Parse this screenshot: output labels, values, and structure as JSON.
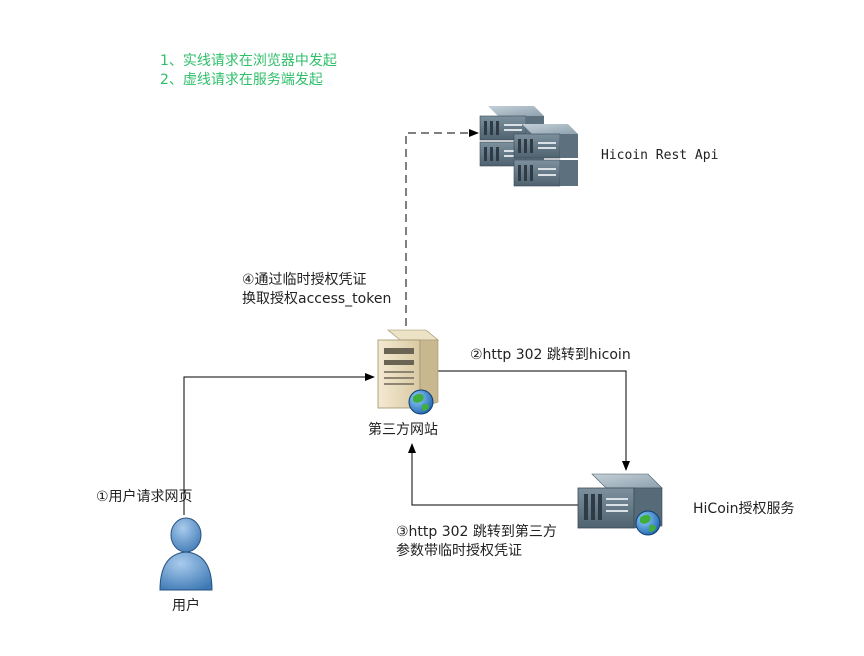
{
  "legend": {
    "line1": "1、实线请求在浏览器中发起",
    "line2": "2、虚线请求在服务端发起"
  },
  "nodes": {
    "user": "用户",
    "third_party_site": "第三方网站",
    "hicoin_auth": "HiCoin授权服务",
    "hicoin_api": "Hicoin Rest Api"
  },
  "steps": {
    "step1": "①用户请求网页",
    "step2": "②http 302 跳转到hicoin",
    "step3_line1": "③http 302 跳转到第三方",
    "step3_line2": "参数带临时授权凭证",
    "step4_line1": "④通过临时授权凭证",
    "step4_line2": "换取授权access_token"
  },
  "colors": {
    "legend_text": "#2fbf6a",
    "arrow": "#000000",
    "server_body": "#6b7f8e",
    "user_figure": "#3d78b4",
    "globe": "#2e7fc1"
  }
}
